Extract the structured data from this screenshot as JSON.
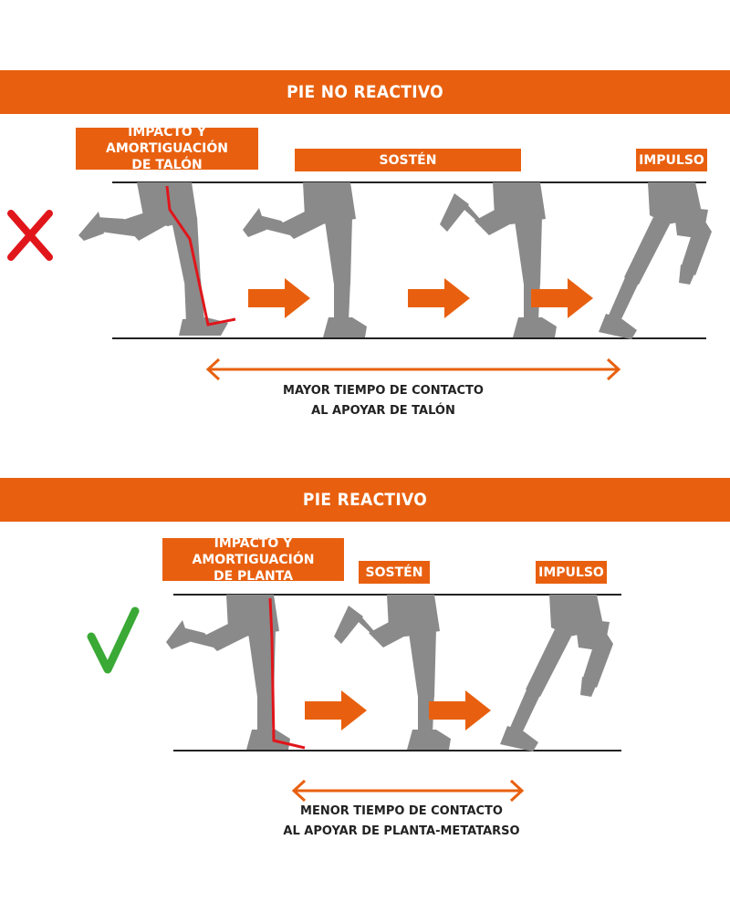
{
  "sections": {
    "no_reactivo": {
      "title": "PIE NO REACTIVO",
      "phases": {
        "impacto_line1": "IMPACTO Y AMORTIGUACIÓN",
        "impacto_line2": "DE TALÓN",
        "sosten": "SOSTÉN",
        "impulso": "IMPULSO"
      },
      "caption_line1": "MAYOR TIEMPO DE CONTACTO",
      "caption_line2": "AL APOYAR DE TALÓN",
      "verdict_icon": "cross-icon"
    },
    "reactivo": {
      "title": "PIE REACTIVO",
      "phases": {
        "impacto_line1": "IMPACTO Y AMORTIGUACIÓN",
        "impacto_line2": "DE PLANTA",
        "sosten": "SOSTÉN",
        "impulso": "IMPULSO"
      },
      "caption_line1": "MENOR TIEMPO DE CONTACTO",
      "caption_line2": "AL APOYAR DE PLANTA-METATARSO",
      "verdict_icon": "check-icon"
    }
  },
  "colors": {
    "accent": "#e8600f",
    "leg": "#8a8a8a",
    "highlight_line": "#e0161b",
    "cross": "#e0161b",
    "check": "#3aa935"
  }
}
